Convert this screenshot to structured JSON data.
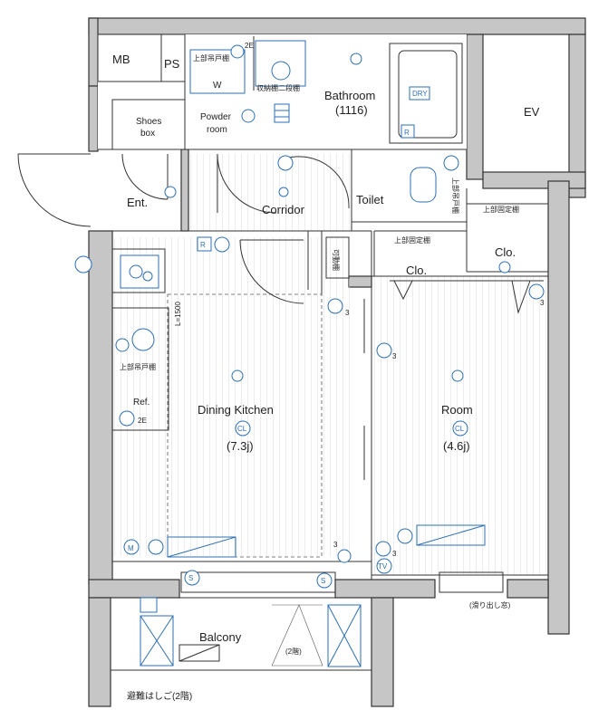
{
  "rooms": {
    "mb": "MB",
    "ps": "PS",
    "ev": "EV",
    "shoes_box": [
      "Shoes",
      "box"
    ],
    "entrance": "Ent.",
    "powder_room": [
      "Powder",
      "room"
    ],
    "washer": "W",
    "bathroom": "Bathroom",
    "bathroom_size": "(1116)",
    "toilet": "Toilet",
    "corridor": "Corridor",
    "dining_kitchen": "Dining Kitchen",
    "dining_kitchen_size": "(7.3j)",
    "room": "Room",
    "room_size": "(4.6j)",
    "closet_1": "Clo.",
    "closet_2": "Clo.",
    "refrigerator": "Ref.",
    "balcony": "Balcony"
  },
  "notes": {
    "upper_cabinet_1": "上部吊戸棚",
    "upper_cabinet_2": "上部吊戸棚",
    "storage_shelf": "収納棚二段棚",
    "upper_cabinet_toilet": "上部吊戸棚",
    "upper_fixed_shelf_1": "上部固定棚",
    "upper_fixed_shelf_2": "上部固定棚",
    "movable_shelf": "可動棚",
    "ceiling_height": "L=1500",
    "sliding_window": "(滑り出し窓)",
    "evac_ladder": "避難はしご(2階)",
    "second_floor": "(2階)",
    "dry": "DRY"
  },
  "symbols": {
    "ceiling_light": "CL",
    "receptacle": "R",
    "tv_outlet": "TV",
    "multimedia": "M",
    "smoke_detector": "S",
    "outlet_2e": "2E",
    "outlet_3": "3"
  },
  "colors": {
    "wall_fill": "#c6c6c6",
    "line": "#333333",
    "equipment_blue": "#2d6fb3"
  }
}
